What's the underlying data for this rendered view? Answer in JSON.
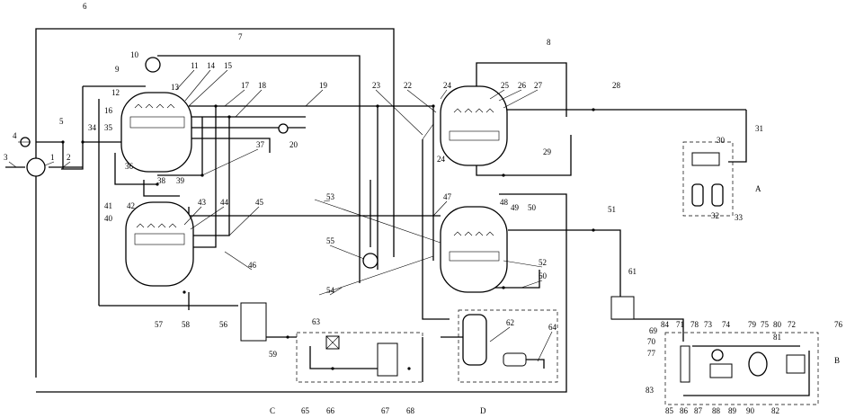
{
  "labels": [
    {
      "id": "l1",
      "text": "1"
    },
    {
      "id": "l2",
      "text": "2"
    },
    {
      "id": "l3",
      "text": "3"
    },
    {
      "id": "l4",
      "text": "4"
    },
    {
      "id": "l5",
      "text": "5"
    },
    {
      "id": "l6",
      "text": "6"
    },
    {
      "id": "l7",
      "text": "7"
    },
    {
      "id": "l8",
      "text": "8"
    },
    {
      "id": "l9",
      "text": "9"
    },
    {
      "id": "l10",
      "text": "10"
    },
    {
      "id": "l11",
      "text": "11"
    },
    {
      "id": "l12",
      "text": "12"
    },
    {
      "id": "l13",
      "text": "13"
    },
    {
      "id": "l14",
      "text": "14"
    },
    {
      "id": "l15",
      "text": "15"
    },
    {
      "id": "l16",
      "text": "16"
    },
    {
      "id": "l17",
      "text": "17"
    },
    {
      "id": "l18",
      "text": "18"
    },
    {
      "id": "l19",
      "text": "19"
    },
    {
      "id": "l20",
      "text": "20"
    },
    {
      "id": "l22",
      "text": "22"
    },
    {
      "id": "l23",
      "text": "23"
    },
    {
      "id": "l24a",
      "text": "24"
    },
    {
      "id": "l24b",
      "text": "24"
    },
    {
      "id": "l25",
      "text": "25"
    },
    {
      "id": "l26",
      "text": "26"
    },
    {
      "id": "l27",
      "text": "27"
    },
    {
      "id": "l28",
      "text": "28"
    },
    {
      "id": "l29",
      "text": "29"
    },
    {
      "id": "l30",
      "text": "30"
    },
    {
      "id": "l31",
      "text": "31"
    },
    {
      "id": "lA",
      "text": "A"
    },
    {
      "id": "l32",
      "text": "32"
    },
    {
      "id": "l33",
      "text": "33"
    },
    {
      "id": "l34",
      "text": "34"
    },
    {
      "id": "l35",
      "text": "35"
    },
    {
      "id": "l36",
      "text": "36"
    },
    {
      "id": "l37",
      "text": "37"
    },
    {
      "id": "l38",
      "text": "38"
    },
    {
      "id": "l39",
      "text": "39"
    },
    {
      "id": "l40",
      "text": "40"
    },
    {
      "id": "l41",
      "text": "41"
    },
    {
      "id": "l42",
      "text": "42"
    },
    {
      "id": "l43",
      "text": "43"
    },
    {
      "id": "l44",
      "text": "44"
    },
    {
      "id": "l45",
      "text": "45"
    },
    {
      "id": "l46",
      "text": "46"
    },
    {
      "id": "l47",
      "text": "47"
    },
    {
      "id": "l48",
      "text": "48"
    },
    {
      "id": "l49",
      "text": "49"
    },
    {
      "id": "l50",
      "text": "50"
    },
    {
      "id": "l51",
      "text": "51"
    },
    {
      "id": "l52",
      "text": "52"
    },
    {
      "id": "l53",
      "text": "53"
    },
    {
      "id": "l54",
      "text": "54"
    },
    {
      "id": "l55",
      "text": "55"
    },
    {
      "id": "l56",
      "text": "56"
    },
    {
      "id": "l57",
      "text": "57"
    },
    {
      "id": "l58",
      "text": "58"
    },
    {
      "id": "l59",
      "text": "59"
    },
    {
      "id": "l60",
      "text": "60"
    },
    {
      "id": "l61",
      "text": "61"
    },
    {
      "id": "l62",
      "text": "62"
    },
    {
      "id": "l63",
      "text": "63"
    },
    {
      "id": "l64",
      "text": "64"
    },
    {
      "id": "l65",
      "text": "65"
    },
    {
      "id": "l66",
      "text": "66"
    },
    {
      "id": "l67",
      "text": "67"
    },
    {
      "id": "l68",
      "text": "68"
    },
    {
      "id": "lC",
      "text": "C"
    },
    {
      "id": "lD",
      "text": "D"
    },
    {
      "id": "lB",
      "text": "B"
    },
    {
      "id": "l69",
      "text": "69"
    },
    {
      "id": "l70",
      "text": "70"
    },
    {
      "id": "l71",
      "text": "71"
    },
    {
      "id": "l72",
      "text": "72"
    },
    {
      "id": "l73",
      "text": "73"
    },
    {
      "id": "l74",
      "text": "74"
    },
    {
      "id": "l75",
      "text": "75"
    },
    {
      "id": "l76",
      "text": "76"
    },
    {
      "id": "l77",
      "text": "77"
    },
    {
      "id": "l78",
      "text": "78"
    },
    {
      "id": "l79",
      "text": "79"
    },
    {
      "id": "l80",
      "text": "80"
    },
    {
      "id": "l81",
      "text": "81"
    },
    {
      "id": "l82",
      "text": "82"
    },
    {
      "id": "l83",
      "text": "83"
    },
    {
      "id": "l84",
      "text": "84"
    },
    {
      "id": "l85",
      "text": "85"
    },
    {
      "id": "l86",
      "text": "86"
    },
    {
      "id": "l87",
      "text": "87"
    },
    {
      "id": "l88",
      "text": "88"
    },
    {
      "id": "l89",
      "text": "89"
    },
    {
      "id": "l90",
      "text": "90"
    }
  ]
}
